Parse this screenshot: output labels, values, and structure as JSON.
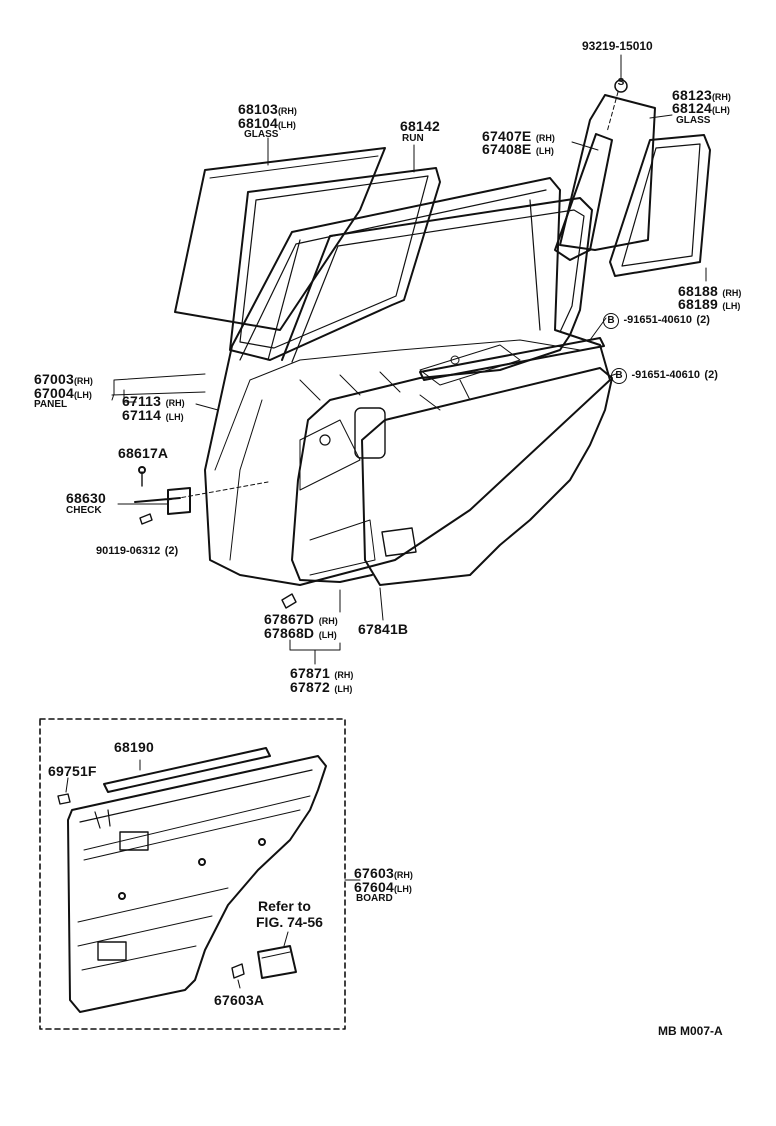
{
  "parts": {
    "p93219": {
      "number": "93219-15010"
    },
    "p68123": {
      "number": "68123",
      "side": "(RH)"
    },
    "p68124": {
      "number": "68124",
      "side": "(LH)",
      "name": "GLASS"
    },
    "p68103": {
      "number": "68103",
      "side": "(RH)"
    },
    "p68104": {
      "number": "68104",
      "side": "(LH)",
      "name": "GLASS"
    },
    "p68142": {
      "number": "68142",
      "name": "RUN"
    },
    "p67407E": {
      "number": "67407E",
      "side": "(RH)"
    },
    "p67408E": {
      "number": "67408E",
      "side": "(LH)"
    },
    "p68188": {
      "number": "68188",
      "side": "(RH)"
    },
    "p68189": {
      "number": "68189",
      "side": "(LH)"
    },
    "p91651a": {
      "symbol": "B",
      "number": "91651-40610",
      "qty": "(2)"
    },
    "p91651b": {
      "symbol": "B",
      "number": "91651-40610",
      "qty": "(2)"
    },
    "p67003": {
      "number": "67003",
      "side": "(RH)"
    },
    "p67004": {
      "number": "67004",
      "side": "(LH)",
      "name": "PANEL"
    },
    "p67113": {
      "number": "67113",
      "side": "(RH)"
    },
    "p67114": {
      "number": "67114",
      "side": "(LH)"
    },
    "p68617A": {
      "number": "68617A"
    },
    "p68630": {
      "number": "68630",
      "name": "CHECK"
    },
    "p90119": {
      "number": "90119-06312",
      "qty": "(2)"
    },
    "p67867D": {
      "number": "67867D",
      "side": "(RH)"
    },
    "p67868D": {
      "number": "67868D",
      "side": "(LH)"
    },
    "p67841B": {
      "number": "67841B"
    },
    "p67871": {
      "number": "67871",
      "side": "(RH)"
    },
    "p67872": {
      "number": "67872",
      "side": "(LH)"
    },
    "p68190": {
      "number": "68190"
    },
    "p69751F": {
      "number": "69751F"
    },
    "p67603": {
      "number": "67603",
      "side": "(RH)"
    },
    "p67604": {
      "number": "67604",
      "side": "(LH)",
      "name": "BOARD"
    },
    "p67603A": {
      "number": "67603A"
    }
  },
  "screw_symbol": "S",
  "refer": {
    "line1": "Refer to",
    "line2": "FIG. 74-56"
  },
  "figure_code": "MB  M007-A"
}
